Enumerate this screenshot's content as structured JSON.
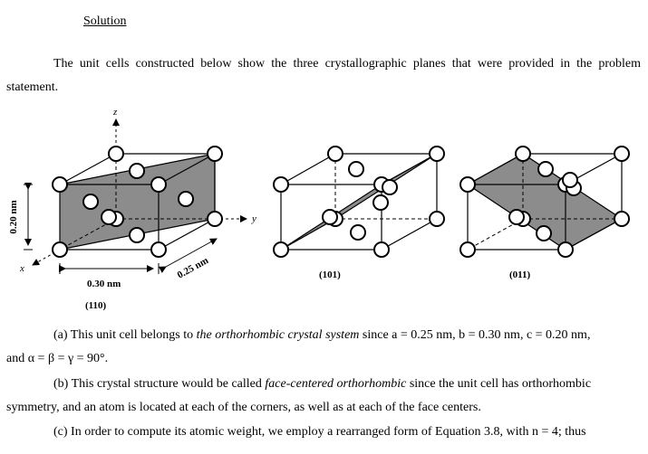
{
  "heading": "Solution",
  "intro": "The unit cells constructed below show the three crystallographic planes that were provided in the problem statement.",
  "figure": {
    "cells": [
      {
        "plane_label": "(110)",
        "dim_z": "0.20 nm",
        "dim_y": "0.30 nm",
        "dim_x": "0.25 nm",
        "axis_z": "z",
        "axis_y": "y",
        "axis_x": "x"
      },
      {
        "plane_label": "(101)"
      },
      {
        "plane_label": "(011)"
      }
    ]
  },
  "part_a": {
    "lead": "(a)  This unit cell belongs to ",
    "em": "the orthorhombic crystal system",
    "rest": " since a = 0.25 nm, b = 0.30 nm, c = 0.20 nm,",
    "line2": "and α = β = γ = 90°."
  },
  "part_b": {
    "lead": "(b)  This crystal structure would be called ",
    "em": "face-centered orthorhombic",
    "rest": " since the unit cell has orthorhombic",
    "line2": "symmetry, and an atom is located at each of the corners, as well as at each of the face centers."
  },
  "part_c": {
    "text": "(c)  In order to compute its atomic weight, we employ a rearranged form of Equation 3.8, with n = 4;  thus"
  }
}
